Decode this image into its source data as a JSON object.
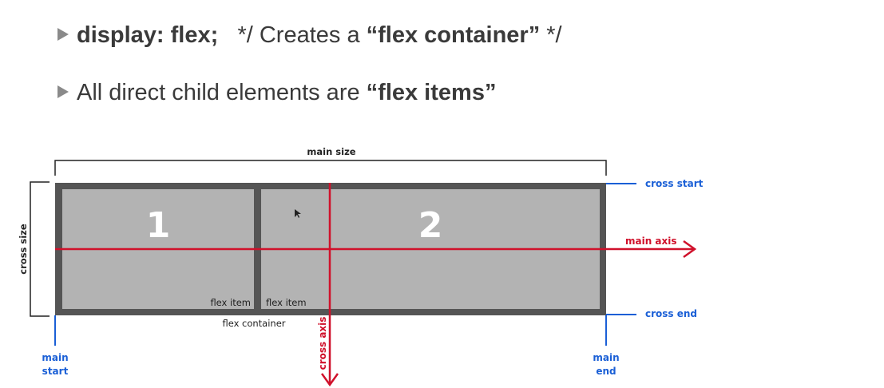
{
  "bullets": {
    "line1": {
      "code": "display: flex;",
      "comment_start": "*/ Creates a ",
      "emph": "“flex container”",
      "comment_end": " */"
    },
    "line2": {
      "text": "All direct child elements are ",
      "emph": "“flex items”"
    }
  },
  "diagram": {
    "main_size": "main size",
    "cross_size": "cross size",
    "cross_start": "cross start",
    "cross_end": "cross end",
    "main_axis": "main axis",
    "cross_axis": "cross axis",
    "main_start_1": "main",
    "main_start_2": "start",
    "main_end_1": "main",
    "main_end_2": "end",
    "item1_number": "1",
    "item2_number": "2",
    "item1_label": "flex item",
    "item2_label": "flex item",
    "container_label": "flex container"
  },
  "colors": {
    "axis_red": "#d0112b",
    "bound_blue": "#1a5fd6",
    "container": "#555555",
    "item": "#b3b3b3"
  }
}
